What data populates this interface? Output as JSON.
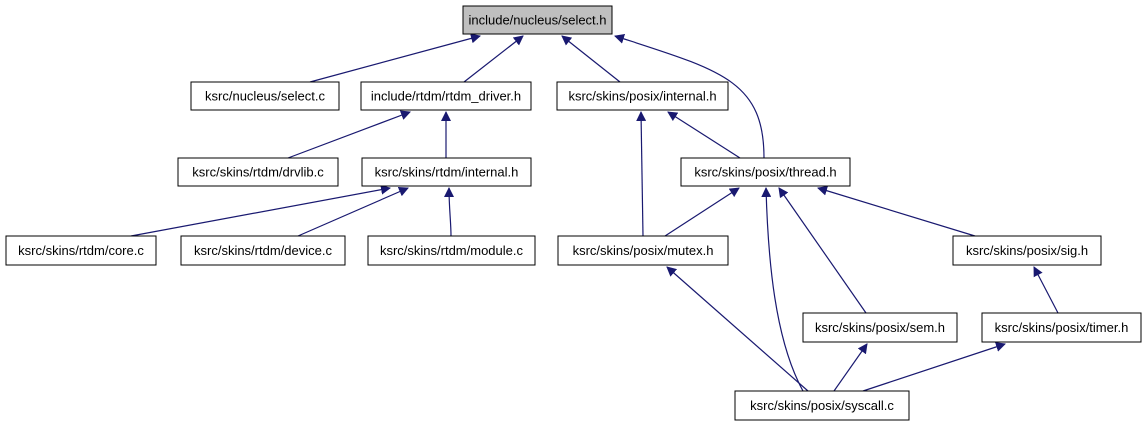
{
  "colors": {
    "edge": "#191970",
    "root_fill": "#bfbfbf",
    "node_fill": "#ffffff"
  },
  "nodes": {
    "select_h": {
      "label": "include/nucleus/select.h"
    },
    "select_c": {
      "label": "ksrc/nucleus/select.c"
    },
    "rtdm_driver_h": {
      "label": "include/rtdm/rtdm_driver.h"
    },
    "posix_internal_h": {
      "label": "ksrc/skins/posix/internal.h"
    },
    "drvlib_c": {
      "label": "ksrc/skins/rtdm/drvlib.c"
    },
    "rtdm_internal_h": {
      "label": "ksrc/skins/rtdm/internal.h"
    },
    "thread_h": {
      "label": "ksrc/skins/posix/thread.h"
    },
    "core_c": {
      "label": "ksrc/skins/rtdm/core.c"
    },
    "device_c": {
      "label": "ksrc/skins/rtdm/device.c"
    },
    "module_c": {
      "label": "ksrc/skins/rtdm/module.c"
    },
    "mutex_h": {
      "label": "ksrc/skins/posix/mutex.h"
    },
    "sig_h": {
      "label": "ksrc/skins/posix/sig.h"
    },
    "sem_h": {
      "label": "ksrc/skins/posix/sem.h"
    },
    "timer_h": {
      "label": "ksrc/skins/posix/timer.h"
    },
    "syscall_c": {
      "label": "ksrc/skins/posix/syscall.c"
    }
  },
  "edges": [
    {
      "from": "select_c",
      "to": "select_h"
    },
    {
      "from": "rtdm_driver_h",
      "to": "select_h"
    },
    {
      "from": "posix_internal_h",
      "to": "select_h"
    },
    {
      "from": "thread_h",
      "to": "select_h"
    },
    {
      "from": "drvlib_c",
      "to": "rtdm_driver_h"
    },
    {
      "from": "rtdm_internal_h",
      "to": "rtdm_driver_h"
    },
    {
      "from": "thread_h",
      "to": "posix_internal_h"
    },
    {
      "from": "mutex_h",
      "to": "posix_internal_h"
    },
    {
      "from": "core_c",
      "to": "rtdm_internal_h"
    },
    {
      "from": "device_c",
      "to": "rtdm_internal_h"
    },
    {
      "from": "module_c",
      "to": "rtdm_internal_h"
    },
    {
      "from": "mutex_h",
      "to": "thread_h"
    },
    {
      "from": "sig_h",
      "to": "thread_h"
    },
    {
      "from": "sem_h",
      "to": "thread_h"
    },
    {
      "from": "syscall_c",
      "to": "thread_h"
    },
    {
      "from": "timer_h",
      "to": "sig_h"
    },
    {
      "from": "syscall_c",
      "to": "mutex_h"
    },
    {
      "from": "syscall_c",
      "to": "sem_h"
    },
    {
      "from": "syscall_c",
      "to": "timer_h"
    }
  ]
}
